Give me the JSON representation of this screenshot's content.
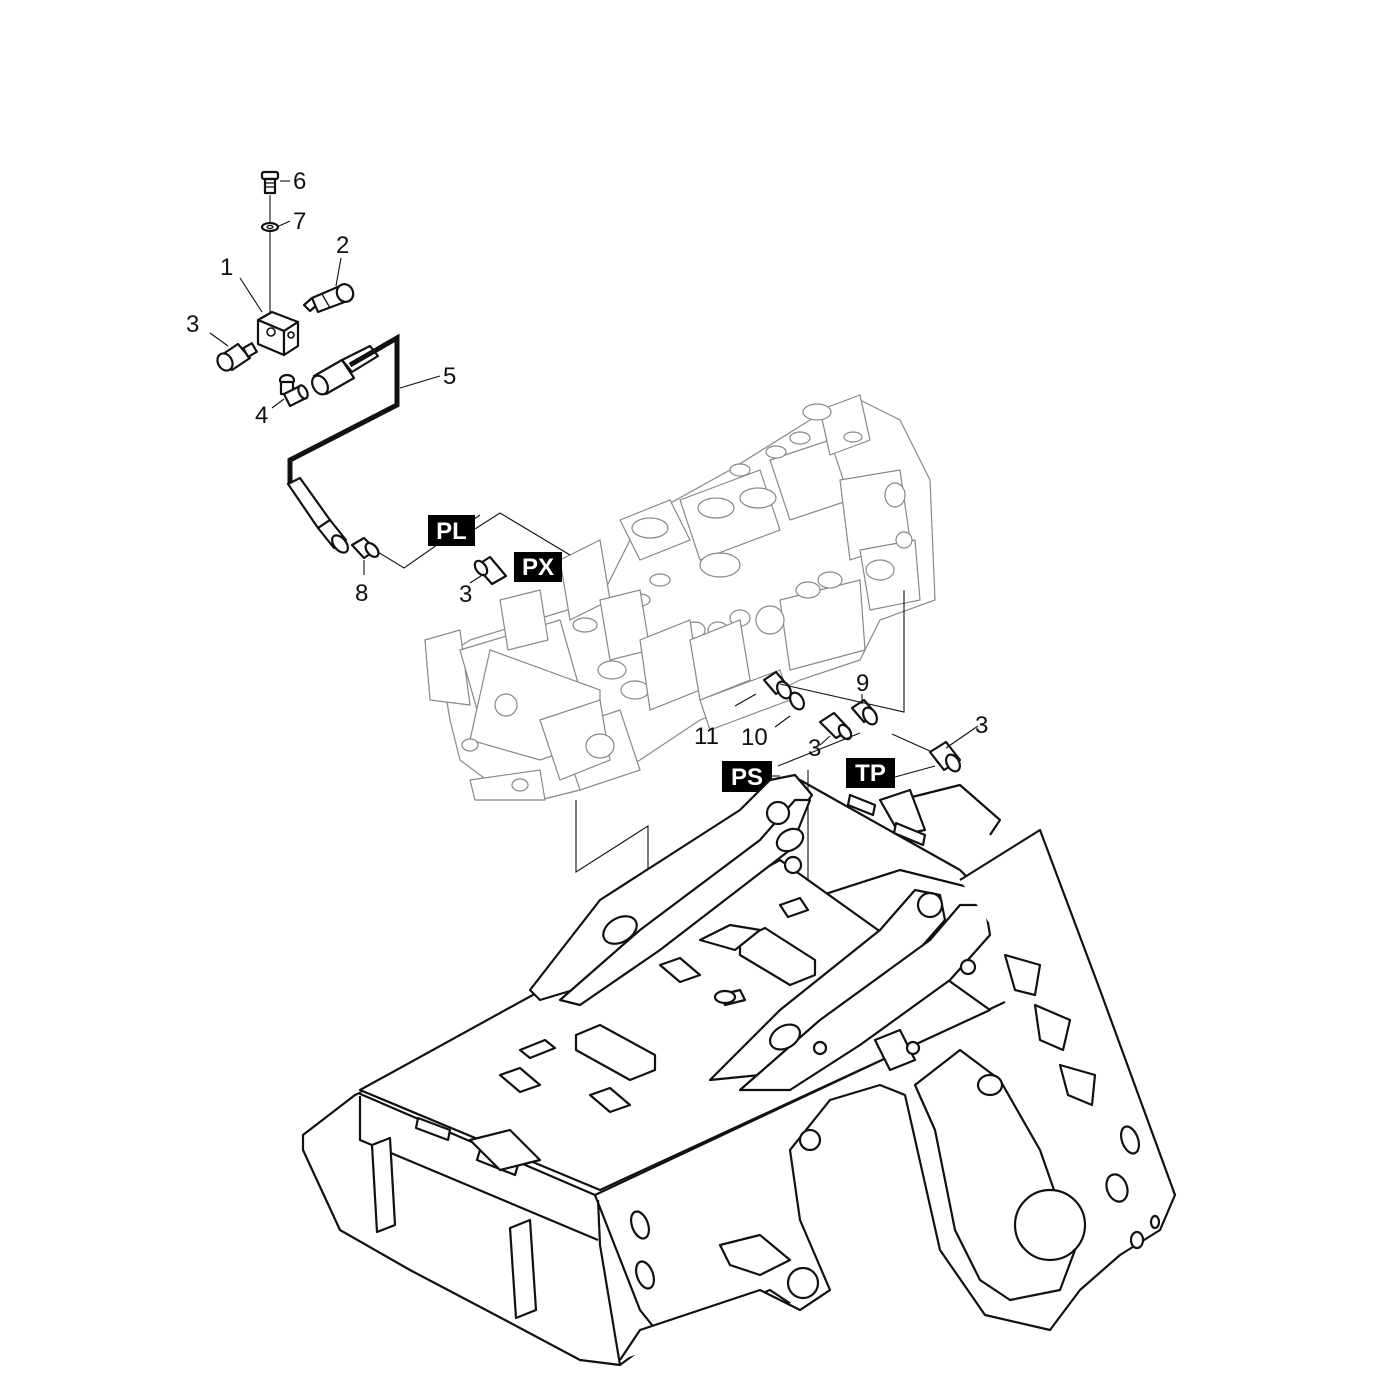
{
  "callouts": {
    "c1": "1",
    "c2": "2",
    "c3a": "3",
    "c3b": "3",
    "c3c": "3",
    "c3d": "3",
    "c4": "4",
    "c5": "5",
    "c6": "6",
    "c7": "7",
    "c8": "8",
    "c9": "9",
    "c10": "10",
    "c11": "11"
  },
  "ports": {
    "pl": "PL",
    "px": "PX",
    "ps": "PS",
    "tp": "TP"
  },
  "colors": {
    "line": "#111111",
    "tag_background": "#000000",
    "tag_text": "#ffffff",
    "ghost_line": "#888888"
  }
}
